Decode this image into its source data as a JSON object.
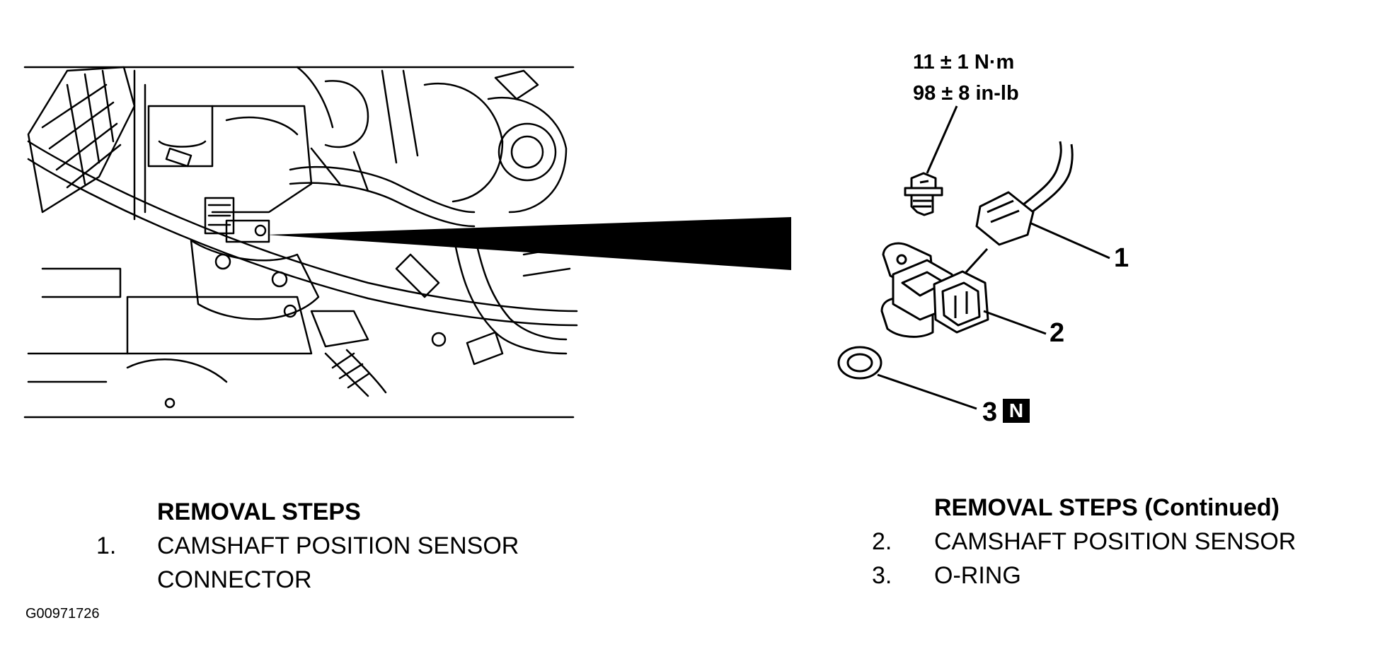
{
  "torque": {
    "metric": "11 ± 1 N·m",
    "imperial": "98 ± 8 in-lb"
  },
  "callouts": {
    "c1": "1",
    "c2": "2",
    "c3": "3",
    "non_reusable_mark": "N"
  },
  "left_steps": {
    "heading": "REMOVAL STEPS",
    "items": [
      {
        "num": "1.",
        "line1": "CAMSHAFT POSITION SENSOR",
        "line2": "CONNECTOR"
      }
    ]
  },
  "right_steps": {
    "heading": "REMOVAL STEPS (Continued)",
    "items": [
      {
        "num": "2.",
        "text": "CAMSHAFT POSITION SENSOR"
      },
      {
        "num": "3.",
        "text": "O-RING"
      }
    ]
  },
  "figure_id": "G00971726",
  "colors": {
    "ink": "#000000",
    "paper": "#ffffff"
  }
}
